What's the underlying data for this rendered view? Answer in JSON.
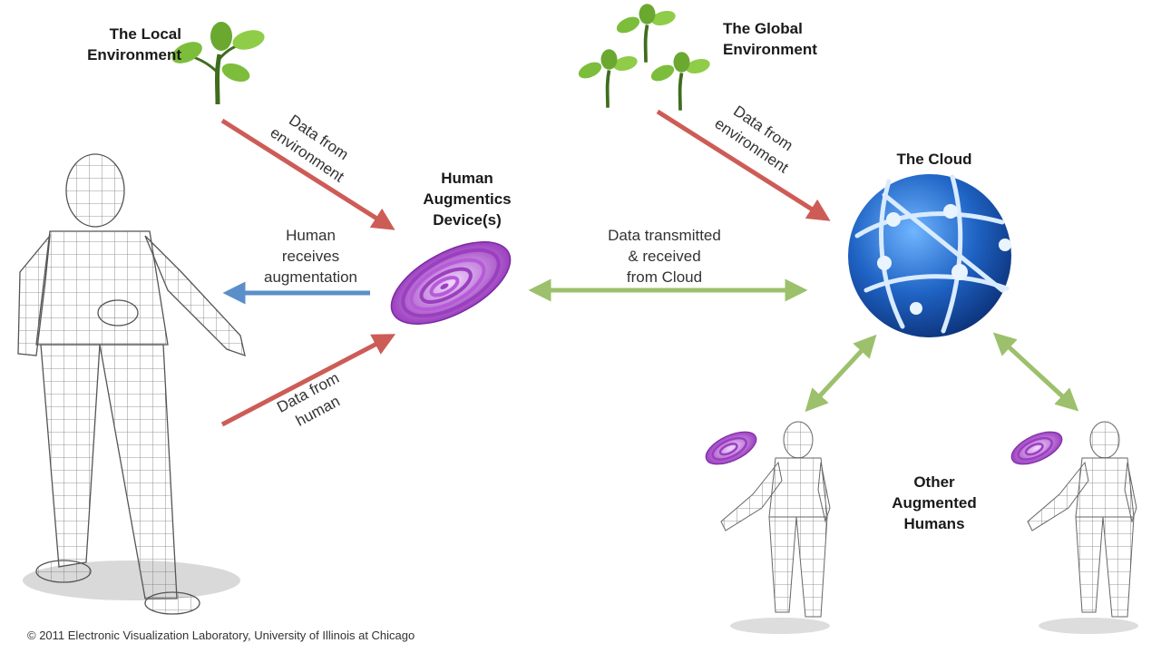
{
  "labels": {
    "local_env": [
      "The Local",
      "Environment"
    ],
    "global_env": [
      "The Global",
      "Environment"
    ],
    "device": [
      "Human",
      "Augmentics",
      "Device(s)"
    ],
    "cloud": "The Cloud",
    "data_env_left": [
      "Data from",
      "environment"
    ],
    "data_env_right": [
      "Data from",
      "environment"
    ],
    "human_receives": [
      "Human",
      "receives",
      "augmentation"
    ],
    "data_human": [
      "Data from",
      "human"
    ],
    "cloud_link": [
      "Data transmitted",
      "& received",
      "from Cloud"
    ],
    "other_humans": [
      "Other",
      "Augmented",
      "Humans"
    ]
  },
  "copyright": "© 2011 Electronic Visualization Laboratory, University of Illinois at Chicago",
  "colors": {
    "red_arrow": "#cd5c57",
    "blue_arrow": "#5b8fc9",
    "green_arrow": "#9cc06c",
    "device_purple": "#9b3fbf",
    "cloud_blue": "#1f63c4",
    "leaf_green": "#7cbd3c",
    "figure_line": "#555555"
  }
}
